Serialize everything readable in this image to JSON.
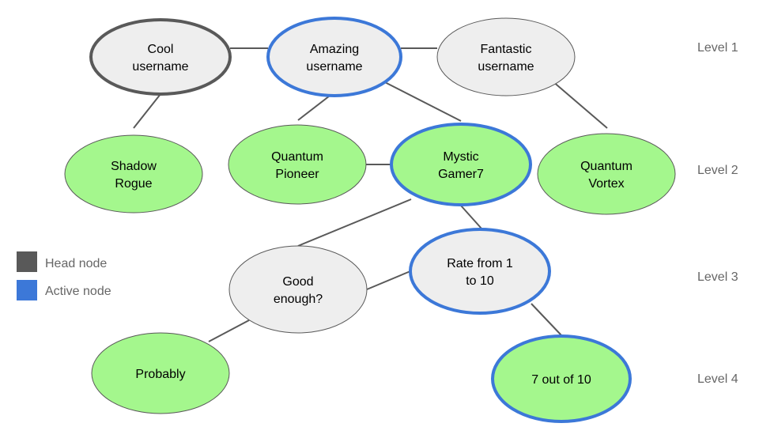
{
  "colors": {
    "head": "#595959",
    "active": "#3c78d8",
    "gray_fill": "#eeeeee",
    "green_fill": "#a4f78d",
    "edge": "#595959"
  },
  "nodes": [
    {
      "id": "cool",
      "lines": [
        "Cool",
        "username"
      ],
      "fill": "gray",
      "status": "head"
    },
    {
      "id": "amazing",
      "lines": [
        "Amazing",
        "username"
      ],
      "fill": "gray",
      "status": "active"
    },
    {
      "id": "fantastic",
      "lines": [
        "Fantastic",
        "username"
      ],
      "fill": "gray",
      "status": "normal"
    },
    {
      "id": "shadow",
      "lines": [
        "Shadow",
        "Rogue"
      ],
      "fill": "green",
      "status": "normal"
    },
    {
      "id": "quantum-pioneer",
      "lines": [
        "Quantum",
        "Pioneer"
      ],
      "fill": "green",
      "status": "normal"
    },
    {
      "id": "mystic",
      "lines": [
        "Mystic",
        "Gamer7"
      ],
      "fill": "green",
      "status": "active"
    },
    {
      "id": "quantum-vortex",
      "lines": [
        "Quantum",
        "Vortex"
      ],
      "fill": "green",
      "status": "normal"
    },
    {
      "id": "good",
      "lines": [
        "Good",
        "enough?"
      ],
      "fill": "gray",
      "status": "normal"
    },
    {
      "id": "rate",
      "lines": [
        "Rate from 1",
        "to 10"
      ],
      "fill": "gray",
      "status": "active"
    },
    {
      "id": "probably",
      "lines": [
        "Probably"
      ],
      "fill": "green",
      "status": "normal"
    },
    {
      "id": "seven",
      "lines": [
        "7 out of 10"
      ],
      "fill": "green",
      "status": "active"
    }
  ],
  "edges": [
    [
      "cool",
      "amazing"
    ],
    [
      "amazing",
      "fantastic"
    ],
    [
      "cool",
      "shadow"
    ],
    [
      "amazing",
      "quantum-pioneer"
    ],
    [
      "amazing",
      "mystic"
    ],
    [
      "fantastic",
      "quantum-vortex"
    ],
    [
      "quantum-pioneer",
      "mystic"
    ],
    [
      "mystic",
      "good"
    ],
    [
      "mystic",
      "rate"
    ],
    [
      "good",
      "rate"
    ],
    [
      "good",
      "probably"
    ],
    [
      "rate",
      "seven"
    ]
  ],
  "levels": [
    "Level 1",
    "Level 2",
    "Level 3",
    "Level 4"
  ],
  "legend": [
    {
      "label": "Head node",
      "status": "head"
    },
    {
      "label": "Active node",
      "status": "active"
    }
  ]
}
